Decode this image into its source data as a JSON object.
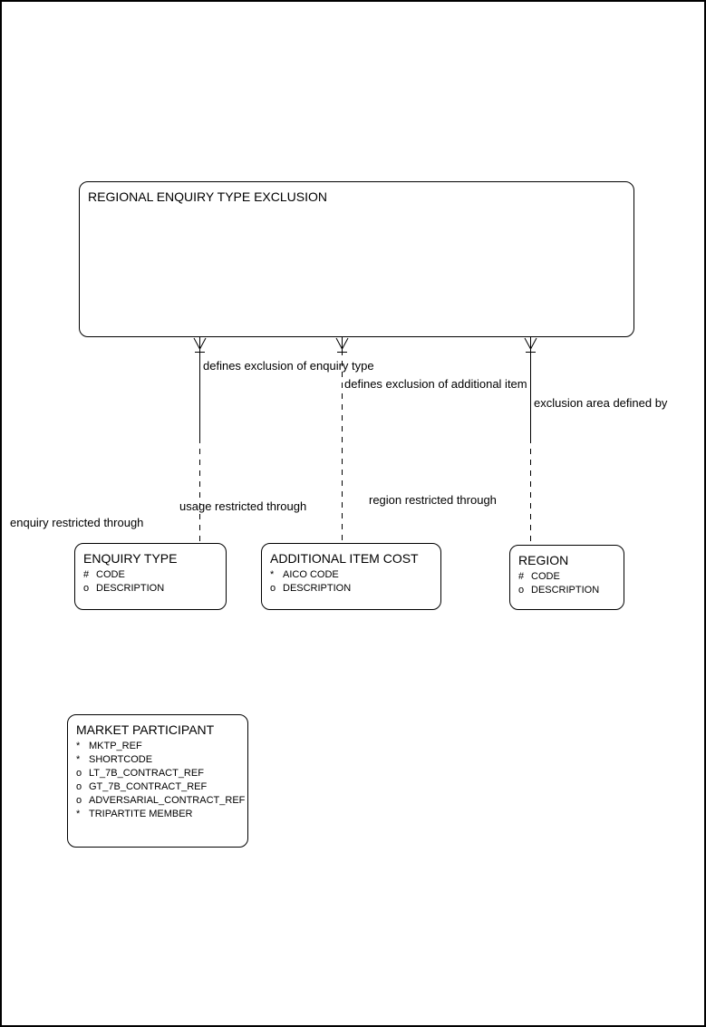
{
  "colors": {
    "line": "#000000",
    "background": "#ffffff"
  },
  "main_entity": {
    "name": "REGIONAL ENQUIRY TYPE EXCLUSION"
  },
  "entities": [
    {
      "name": "ENQUIRY TYPE",
      "attributes": [
        {
          "prefix": "#",
          "name": "CODE"
        },
        {
          "prefix": "o",
          "name": "DESCRIPTION"
        }
      ]
    },
    {
      "name": "ADDITIONAL ITEM COST",
      "attributes": [
        {
          "prefix": "*",
          "name": "AICO CODE"
        },
        {
          "prefix": "o",
          "name": "DESCRIPTION"
        }
      ]
    },
    {
      "name": "REGION",
      "attributes": [
        {
          "prefix": "#",
          "name": "CODE"
        },
        {
          "prefix": "o",
          "name": "DESCRIPTION"
        }
      ]
    },
    {
      "name": "MARKET PARTICIPANT",
      "attributes": [
        {
          "prefix": "*",
          "name": "MKTP_REF"
        },
        {
          "prefix": "*",
          "name": "SHORTCODE"
        },
        {
          "prefix": "o",
          "name": "LT_7B_CONTRACT_REF"
        },
        {
          "prefix": "o",
          "name": "GT_7B_CONTRACT_REF"
        },
        {
          "prefix": "o",
          "name": "ADVERSARIAL_CONTRACT_REF"
        },
        {
          "prefix": "*",
          "name": "TRIPARTITE MEMBER"
        }
      ]
    }
  ],
  "relationships": [
    {
      "label_near_main": "defines exclusion of enquiry type",
      "label_near_child": "enquiry restricted through",
      "child": "ENQUIRY TYPE",
      "line_style": "solid top half, dashed bottom half",
      "main_end_marker": "crow-foot with bar"
    },
    {
      "label_near_main": "defines exclusion of additional item",
      "label_near_child": "usage restricted through",
      "child": "ADDITIONAL ITEM COST",
      "line_style": "dashed full length",
      "main_end_marker": "crow-foot with bar"
    },
    {
      "label_near_main": "exclusion area defined by",
      "label_near_child": "region restricted through",
      "child": "REGION",
      "line_style": "solid top half, dashed bottom half",
      "main_end_marker": "crow-foot with bar"
    }
  ]
}
